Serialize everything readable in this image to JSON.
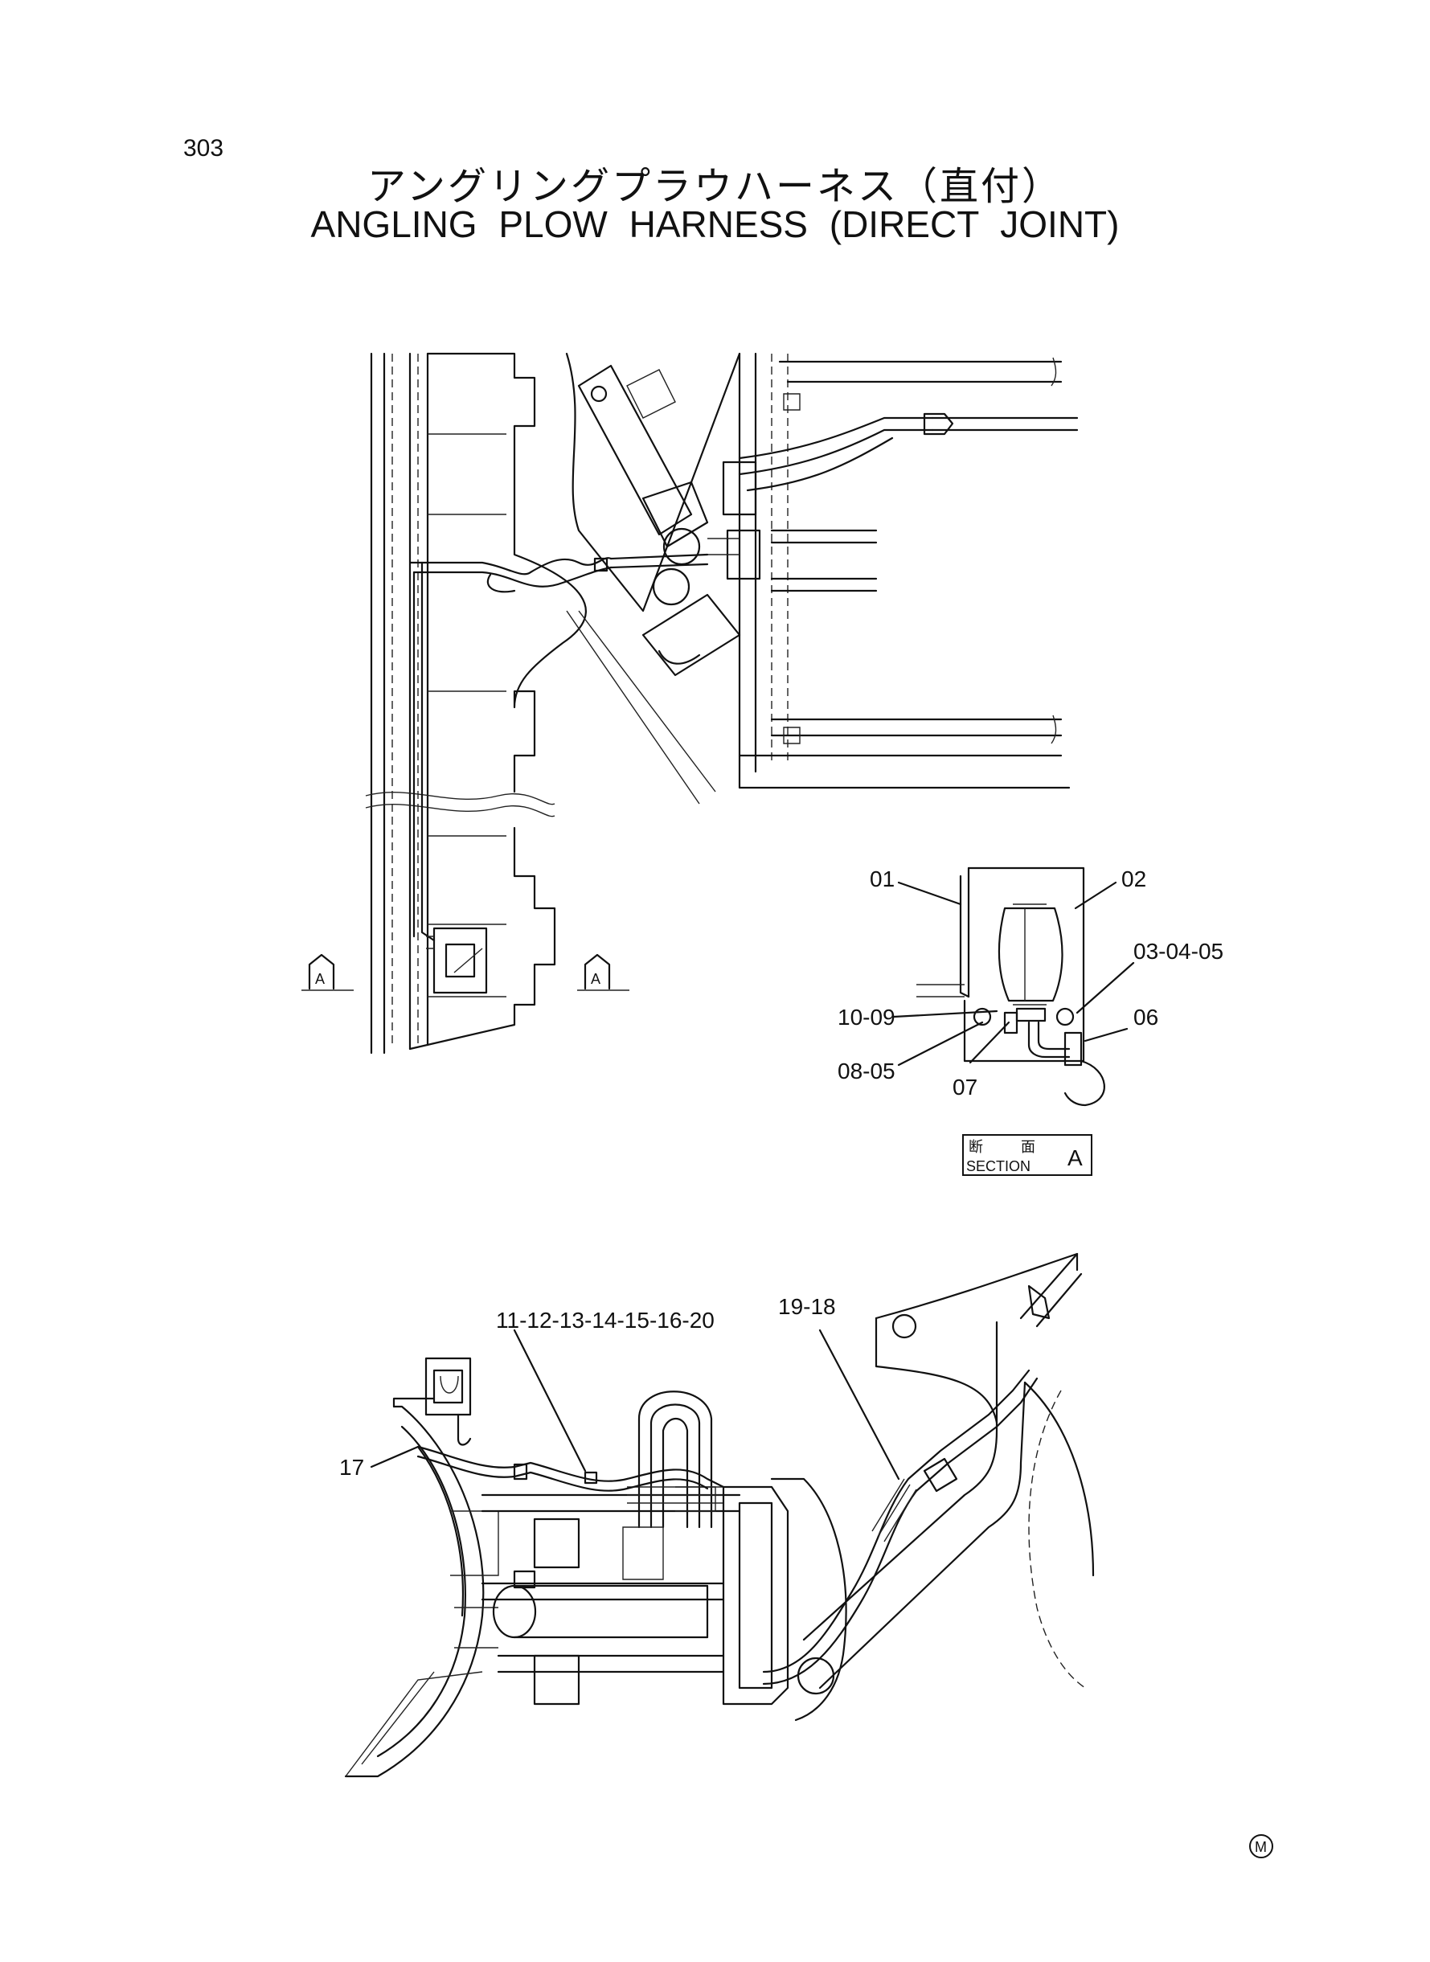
{
  "page_number": "303",
  "title_jp": "アングリングプラウハーネス（直付）",
  "title_en": "ANGLING PLOW HARNESS (DIRECT JOINT)",
  "section_marker": "A",
  "section_box": {
    "jp_left": "断",
    "jp_right": "面",
    "label": "SECTION",
    "letter": "A"
  },
  "callouts": {
    "c01": "01",
    "c02": "02",
    "c030405": "03-04-05",
    "c1009": "10-09",
    "c06": "06",
    "c0805": "08-05",
    "c07": "07",
    "c11to20": "11-12-13-14-15-16-20",
    "c1918": "19-18",
    "c17": "17"
  },
  "mark": "M"
}
